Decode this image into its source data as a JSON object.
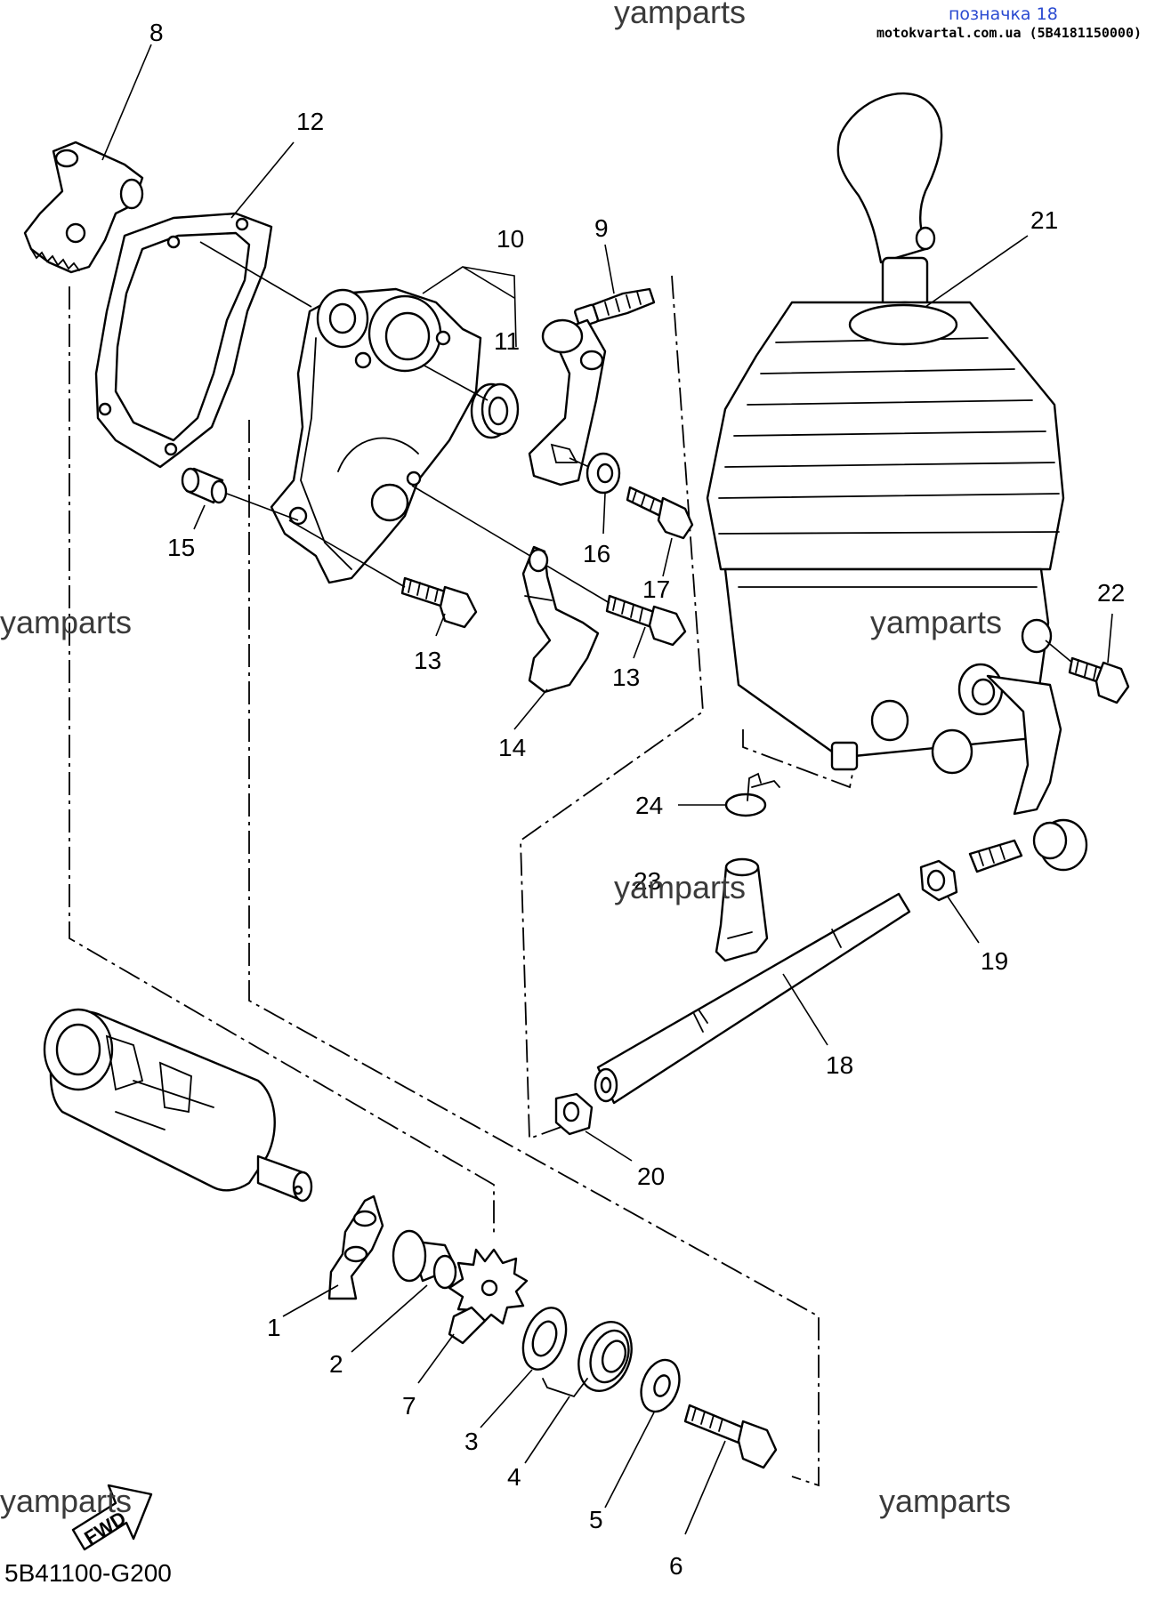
{
  "header": {
    "tag": "позначка 18",
    "site": "motokvartal.com.ua (5B4181150000)"
  },
  "watermark": "yamparts",
  "diagram_code": "5B41100-G200",
  "fwd_label": "FWD",
  "callouts": {
    "c1": "1",
    "c2": "2",
    "c3": "3",
    "c4": "4",
    "c5": "5",
    "c6": "6",
    "c7": "7",
    "c8": "8",
    "c9": "9",
    "c10": "10",
    "c11": "11",
    "c12": "12",
    "c13a": "13",
    "c13b": "13",
    "c14": "14",
    "c15": "15",
    "c16": "16",
    "c17": "17",
    "c18": "18",
    "c19": "19",
    "c20": "20",
    "c21": "21",
    "c22": "22",
    "c23": "23",
    "c24": "24"
  }
}
